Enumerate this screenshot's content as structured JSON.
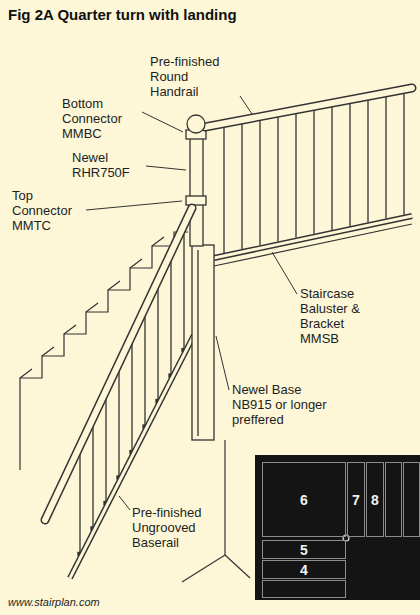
{
  "diagram": {
    "title": "Fig 2A Quarter turn with landing",
    "nodes": [
      {
        "text": [
          "6"
        ]
      },
      {
        "text": [
          "7"
        ]
      },
      {
        "text": [
          "8"
        ]
      },
      {
        "text": [
          "5"
        ]
      },
      {
        "text": [
          "4"
        ]
      }
    ],
    "labels": [
      "Pre-finished Round Handrail",
      "Bottom Connector MMBC",
      "Newel RHR750F",
      "Top Connector MMTC",
      "Staircase Baluster & Bracket MMSB",
      "Newel Base NB915 or longer preffered",
      "Pre-finished Ungrooved Baserail",
      "www.stairplan.com"
    ]
  }
}
